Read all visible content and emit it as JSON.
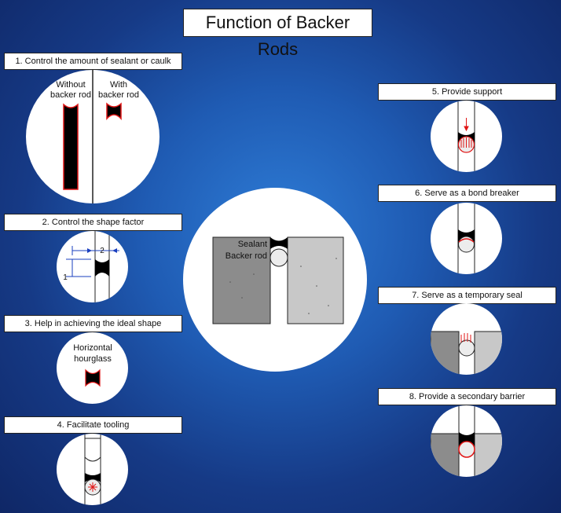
{
  "title": "Function of Backer Rods",
  "functions": [
    {
      "label": "1. Control the amount of sealant or caulk",
      "left_text": [
        "Without",
        "backer rod"
      ],
      "right_text": [
        "With",
        "backer rod"
      ]
    },
    {
      "label": "2. Control the shape factor",
      "dim_width": "2",
      "dim_depth": "1"
    },
    {
      "label": "3. Help in achieving the ideal shape",
      "text": [
        "Horizontal",
        "hourglass"
      ]
    },
    {
      "label": "4. Facilitate tooling"
    },
    {
      "label": "5. Provide support"
    },
    {
      "label": "6. Serve as a bond breaker"
    },
    {
      "label": "7. Serve as a temporary seal"
    },
    {
      "label": "8. Provide a secondary barrier"
    }
  ],
  "center": {
    "sealant_label": "Sealant",
    "backer_rod_label": "Backer rod"
  },
  "colors": {
    "sealant": "#000000",
    "outline": "#e01515",
    "concrete_dark": "#8c8c8c",
    "concrete_light": "#c8c8c8",
    "rod": "#eaeaea"
  }
}
